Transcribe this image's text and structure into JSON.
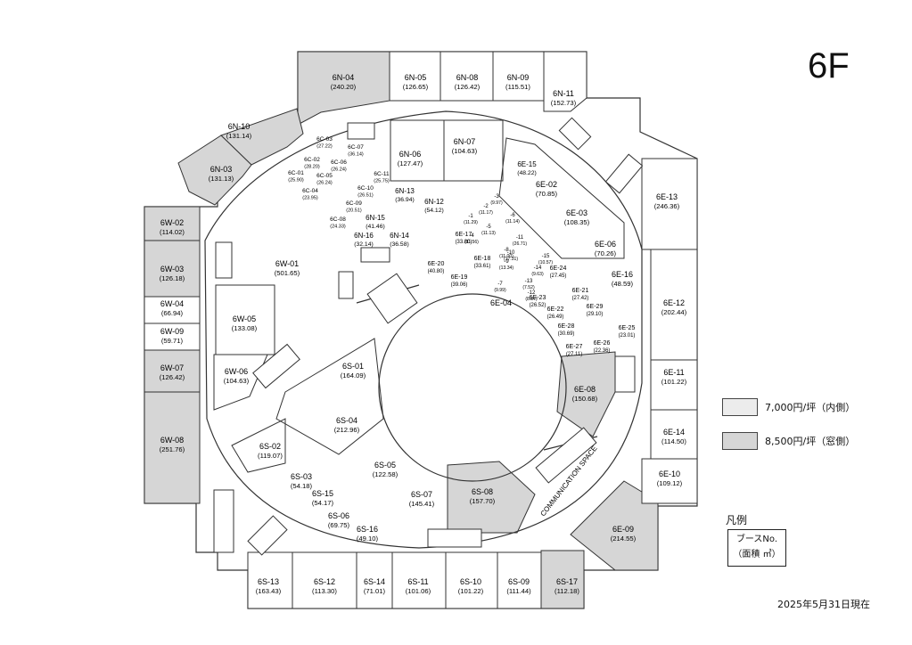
{
  "floor": "6F",
  "legend": [
    {
      "label": "7,000円/坪（内側）",
      "color": "#ececec"
    },
    {
      "label": "8,500円/坪（窓側）",
      "color": "#d6d6d6"
    }
  ],
  "key": {
    "title": "凡例",
    "line1": "ブースNo.",
    "line2": "（面積 ㎡）"
  },
  "date_note": "2025年5月31日現在",
  "corridor_label": "COMMUNICATION SPACE",
  "booths": [
    {
      "id": "6N-04",
      "area": "(240.20)",
      "tier": "window"
    },
    {
      "id": "6N-05",
      "area": "(126.65)",
      "tier": "inner"
    },
    {
      "id": "6N-08",
      "area": "(126.42)",
      "tier": "inner"
    },
    {
      "id": "6N-09",
      "area": "(115.51)",
      "tier": "inner"
    },
    {
      "id": "6N-11",
      "area": "(152.73)",
      "tier": "inner"
    },
    {
      "id": "6N-10",
      "area": "(131.14)",
      "tier": "window"
    },
    {
      "id": "6N-03",
      "area": "(131.13)",
      "tier": "window"
    },
    {
      "id": "6W-02",
      "area": "(114.02)",
      "tier": "window"
    },
    {
      "id": "6W-03",
      "area": "(126.18)",
      "tier": "window"
    },
    {
      "id": "6W-04",
      "area": "(66.94)",
      "tier": "inner"
    },
    {
      "id": "6W-09",
      "area": "(59.71)",
      "tier": "inner"
    },
    {
      "id": "6W-07",
      "area": "(126.42)",
      "tier": "window"
    },
    {
      "id": "6W-08",
      "area": "(251.76)",
      "tier": "window"
    },
    {
      "id": "6W-01",
      "area": "(501.65)",
      "tier": "inner"
    },
    {
      "id": "6W-05",
      "area": "(133.08)",
      "tier": "inner"
    },
    {
      "id": "6W-06",
      "area": "(104.63)",
      "tier": "inner"
    },
    {
      "id": "6N-06",
      "area": "(127.47)",
      "tier": "inner"
    },
    {
      "id": "6N-07",
      "area": "(104.63)",
      "tier": "inner"
    },
    {
      "id": "6N-12",
      "area": "(54.12)",
      "tier": "inner"
    },
    {
      "id": "6N-13",
      "area": "(36.94)",
      "tier": "inner"
    },
    {
      "id": "6N-15",
      "area": "(41.46)",
      "tier": "inner"
    },
    {
      "id": "6N-14",
      "area": "(36.58)",
      "tier": "inner"
    },
    {
      "id": "6N-16",
      "area": "(32.14)",
      "tier": "inner"
    },
    {
      "id": "6C-03",
      "area": "(27.22)",
      "tier": "inner"
    },
    {
      "id": "6C-07",
      "area": "(36.14)",
      "tier": "inner"
    },
    {
      "id": "6C-02",
      "area": "(28.20)",
      "tier": "inner"
    },
    {
      "id": "6C-06",
      "area": "(26.24)",
      "tier": "inner"
    },
    {
      "id": "6C-01",
      "area": "(25.90)",
      "tier": "inner"
    },
    {
      "id": "6C-05",
      "area": "(26.24)",
      "tier": "inner"
    },
    {
      "id": "6C-11",
      "area": "(25.75)",
      "tier": "inner"
    },
    {
      "id": "6C-04",
      "area": "(23.95)",
      "tier": "inner"
    },
    {
      "id": "6C-10",
      "area": "(26.51)",
      "tier": "inner"
    },
    {
      "id": "6C-09",
      "area": "(20.51)",
      "tier": "inner"
    },
    {
      "id": "6C-08",
      "area": "(24.33)",
      "tier": "inner"
    },
    {
      "id": "6E-15",
      "area": "(48.22)",
      "tier": "inner"
    },
    {
      "id": "6E-02",
      "area": "(70.85)",
      "tier": "inner"
    },
    {
      "id": "6E-03",
      "area": "(108.35)",
      "tier": "inner"
    },
    {
      "id": "6E-06",
      "area": "(70.26)",
      "tier": "inner"
    },
    {
      "id": "6E-16",
      "area": "(48.59)",
      "tier": "inner"
    },
    {
      "id": "6E-13",
      "area": "(246.36)",
      "tier": "inner"
    },
    {
      "id": "6E-12",
      "area": "(202.44)",
      "tier": "inner"
    },
    {
      "id": "6E-11",
      "area": "(101.22)",
      "tier": "inner"
    },
    {
      "id": "6E-14",
      "area": "(114.50)",
      "tier": "inner"
    },
    {
      "id": "6E-10",
      "area": "(109.12)",
      "tier": "inner"
    },
    {
      "id": "6E-09",
      "area": "(214.55)",
      "tier": "window"
    },
    {
      "id": "6E-08",
      "area": "(150.68)",
      "tier": "window"
    },
    {
      "id": "6E-04",
      "area": "",
      "tier": "inner"
    },
    {
      "id": "6E-17",
      "area": "(33.80)",
      "tier": "inner"
    },
    {
      "id": "6E-18",
      "area": "(33.61)",
      "tier": "inner"
    },
    {
      "id": "6E-19",
      "area": "(39.06)",
      "tier": "inner"
    },
    {
      "id": "6E-20",
      "area": "(40.80)",
      "tier": "inner"
    },
    {
      "id": "6E-21",
      "area": "(27.42)",
      "tier": "inner"
    },
    {
      "id": "6E-22",
      "area": "(26.49)",
      "tier": "inner"
    },
    {
      "id": "6E-23",
      "area": "(26.52)",
      "tier": "inner"
    },
    {
      "id": "6E-24",
      "area": "(27.45)",
      "tier": "inner"
    },
    {
      "id": "6E-25",
      "area": "(23.01)",
      "tier": "inner"
    },
    {
      "id": "6E-26",
      "area": "(22.36)",
      "tier": "inner"
    },
    {
      "id": "6E-27",
      "area": "(27.11)",
      "tier": "inner"
    },
    {
      "id": "6E-28",
      "area": "(30.69)",
      "tier": "inner"
    },
    {
      "id": "6E-29",
      "area": "(29.10)",
      "tier": "inner"
    },
    {
      "id": "-1",
      "area": "(11.29)",
      "tier": "inner"
    },
    {
      "id": "-2",
      "area": "(11.17)",
      "tier": "inner"
    },
    {
      "id": "-3",
      "area": "(9.97)",
      "tier": "inner"
    },
    {
      "id": "-4",
      "area": "(11.56)",
      "tier": "inner"
    },
    {
      "id": "-5",
      "area": "(11.13)",
      "tier": "inner"
    },
    {
      "id": "-6",
      "area": "(11.14)",
      "tier": "inner"
    },
    {
      "id": "-7",
      "area": "(9.99)",
      "tier": "inner"
    },
    {
      "id": "-8",
      "area": "(11.00)",
      "tier": "inner"
    },
    {
      "id": "-9",
      "area": "(13.34)",
      "tier": "inner"
    },
    {
      "id": "-10",
      "area": "(17.31)",
      "tier": "inner"
    },
    {
      "id": "-11",
      "area": "(26.71)",
      "tier": "inner"
    },
    {
      "id": "-12",
      "area": "(8.87)",
      "tier": "inner"
    },
    {
      "id": "-13",
      "area": "(7.52)",
      "tier": "inner"
    },
    {
      "id": "-14",
      "area": "(9.63)",
      "tier": "inner"
    },
    {
      "id": "-15",
      "area": "(10.57)",
      "tier": "inner"
    },
    {
      "id": "6S-01",
      "area": "(164.09)",
      "tier": "inner"
    },
    {
      "id": "6S-04",
      "area": "(212.96)",
      "tier": "inner"
    },
    {
      "id": "6S-02",
      "area": "(119.07)",
      "tier": "inner"
    },
    {
      "id": "6S-03",
      "area": "(54.18)",
      "tier": "inner"
    },
    {
      "id": "6S-15",
      "area": "(54.17)",
      "tier": "inner"
    },
    {
      "id": "6S-05",
      "area": "(122.58)",
      "tier": "inner"
    },
    {
      "id": "6S-06",
      "area": "(69.75)",
      "tier": "inner"
    },
    {
      "id": "6S-16",
      "area": "(49.10)",
      "tier": "inner"
    },
    {
      "id": "6S-07",
      "area": "(145.41)",
      "tier": "inner"
    },
    {
      "id": "6S-08",
      "area": "(157.70)",
      "tier": "window"
    },
    {
      "id": "6S-13",
      "area": "(163.43)",
      "tier": "inner"
    },
    {
      "id": "6S-12",
      "area": "(113.30)",
      "tier": "inner"
    },
    {
      "id": "6S-14",
      "area": "(71.01)",
      "tier": "inner"
    },
    {
      "id": "6S-11",
      "area": "(101.06)",
      "tier": "inner"
    },
    {
      "id": "6S-10",
      "area": "(101.22)",
      "tier": "inner"
    },
    {
      "id": "6S-09",
      "area": "(111.44)",
      "tier": "inner"
    },
    {
      "id": "6S-17",
      "area": "(112.18)",
      "tier": "window"
    }
  ]
}
